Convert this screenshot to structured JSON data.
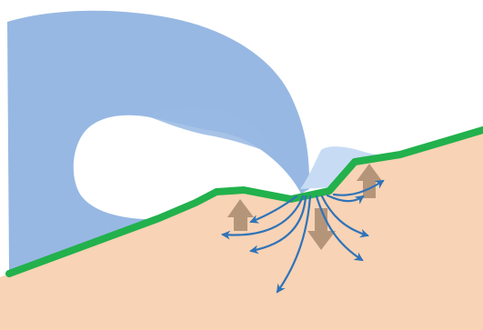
{
  "diagram": {
    "colors": {
      "background": "#ffffff",
      "wave": "#97b8e3",
      "wave_spray": "#c7dcf4",
      "sand": "#f8d3b5",
      "shoreline": "#22b14c",
      "flow_arrows": "#2f73b8",
      "force_arrows": "#a98a70"
    },
    "elements": {
      "wave": "breaking-wave",
      "ground": "sand-bed",
      "boundary": "green-shoreline",
      "flows": "blue-flow-arrows",
      "forces": "brown-force-arrows"
    }
  }
}
